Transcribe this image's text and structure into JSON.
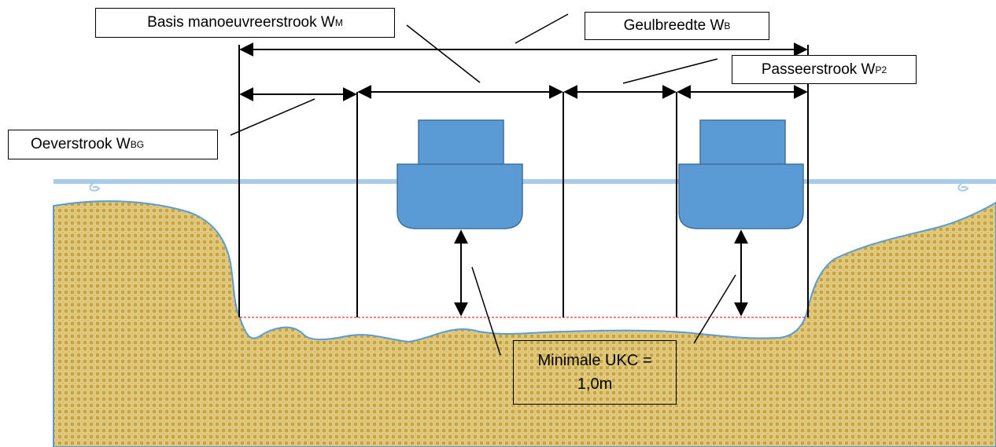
{
  "labels": {
    "basis": {
      "text": "Basis manoeuvreerstrook W",
      "sub": "M"
    },
    "geulbreedte": {
      "text": "Geulbreedte W",
      "sub": "B"
    },
    "passeer": {
      "text": "Passeerstrook W",
      "sub": "P2"
    },
    "oever": {
      "text": "Oeverstrook W",
      "sub": "BG"
    },
    "ukc": {
      "line1": "Minimale UKC =",
      "line2": "1,0m"
    }
  },
  "colors": {
    "water": "#a9cbe8",
    "ship": "#5b9bd5",
    "ship_outline": "#41719c",
    "seabed": "#c9a43a",
    "seabed_pattern": "#e7d89c",
    "seabed_outline": "#5b9bd5",
    "depth_line": "#ff0000",
    "lines": "#000000"
  }
}
